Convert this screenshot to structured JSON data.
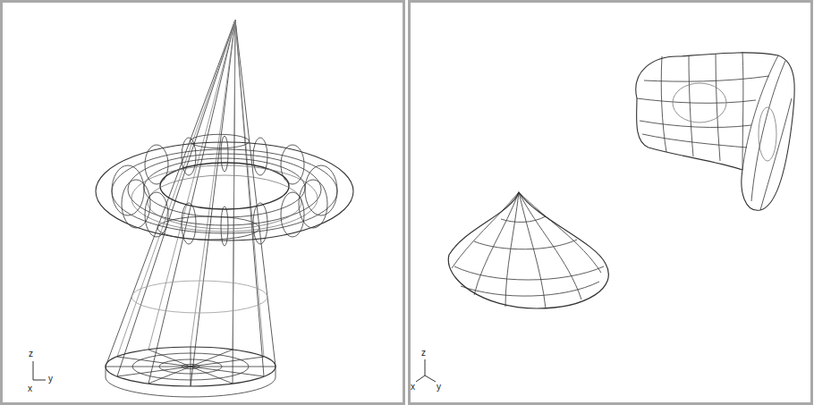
{
  "diagram": {
    "labels": [
      "z",
      "y",
      "x",
      "z",
      "x",
      "y"
    ]
  }
}
